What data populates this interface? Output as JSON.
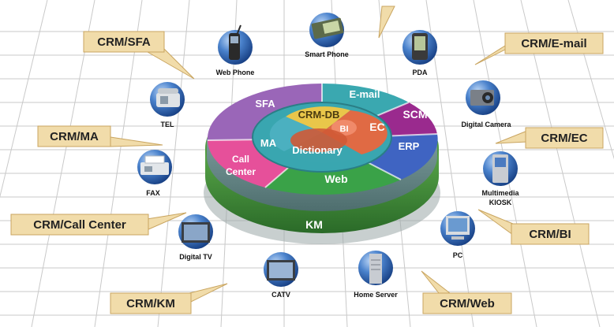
{
  "callouts": {
    "crm_sfa": "CRM/SFA",
    "crm_email": "CRM/E-mail",
    "crm_ma": "CRM/MA",
    "crm_ec": "CRM/EC",
    "crm_callcenter": "CRM/Call Center",
    "crm_bi": "CRM/BI",
    "crm_km": "CRM/KM",
    "crm_web": "CRM/Web"
  },
  "wheel": {
    "outer": {
      "email": "E-mail",
      "scm": "SCM",
      "erp": "ERP",
      "web": "Web",
      "call_line1": "Call",
      "call_line2": "Center",
      "sfa": "SFA"
    },
    "inner": {
      "crm_db": "CRM-DB",
      "ec": "EC",
      "ma": "MA",
      "bi": "BI"
    },
    "center": "Dictionary",
    "base": "KM"
  },
  "devices": {
    "smart_phone": "Smart Phone",
    "web_phone": "Web Phone",
    "pda": "PDA",
    "tel": "TEL",
    "digital_camera": "Digital Camera",
    "fax": "FAX",
    "kiosk_line1": "Multimedia",
    "kiosk_line2": "KIOSK",
    "digital_tv": "Digital TV",
    "pc": "PC",
    "catv": "CATV",
    "home_server": "Home Server"
  },
  "colors": {
    "callout_fill": "#f1dcaa",
    "callout_border": "#c9a560",
    "grid": "#c9c9c9",
    "bubble": "#2c64b4",
    "email": "#3aa8b0",
    "scm": "#9a2a8e",
    "erp": "#3f64c2",
    "web": "#3aa248",
    "call": "#e6509a",
    "sfa": "#9a66b8",
    "km": "#3f8a3a",
    "ring": "#39a6b0",
    "crmdb": "#e9c64a",
    "ec": "#e06a44",
    "bi": "#f08a6a",
    "ma": "#4bb0c0"
  }
}
